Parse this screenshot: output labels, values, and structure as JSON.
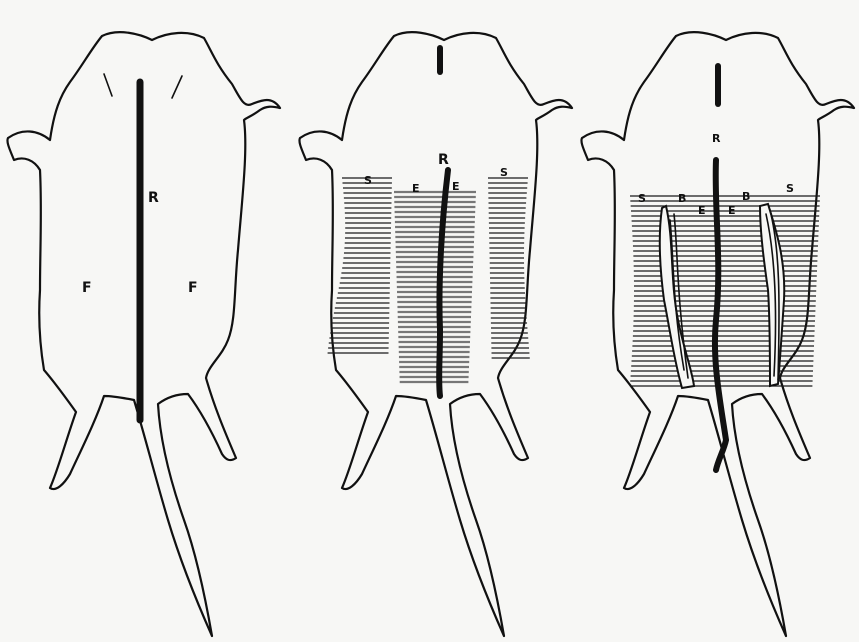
{
  "figure": {
    "panels": [
      {
        "labels": {
          "r": "R",
          "f_left": "F",
          "f_right": "F"
        }
      },
      {
        "labels": {
          "r": "R",
          "s_left": "S",
          "s_right": "S",
          "e_left": "E",
          "e_right": "E"
        }
      },
      {
        "labels": {
          "r": "R",
          "s_left": "S",
          "s_right": "S",
          "b_left": "B",
          "b_right": "B",
          "e_left": "E",
          "e_right": "E"
        }
      }
    ]
  }
}
